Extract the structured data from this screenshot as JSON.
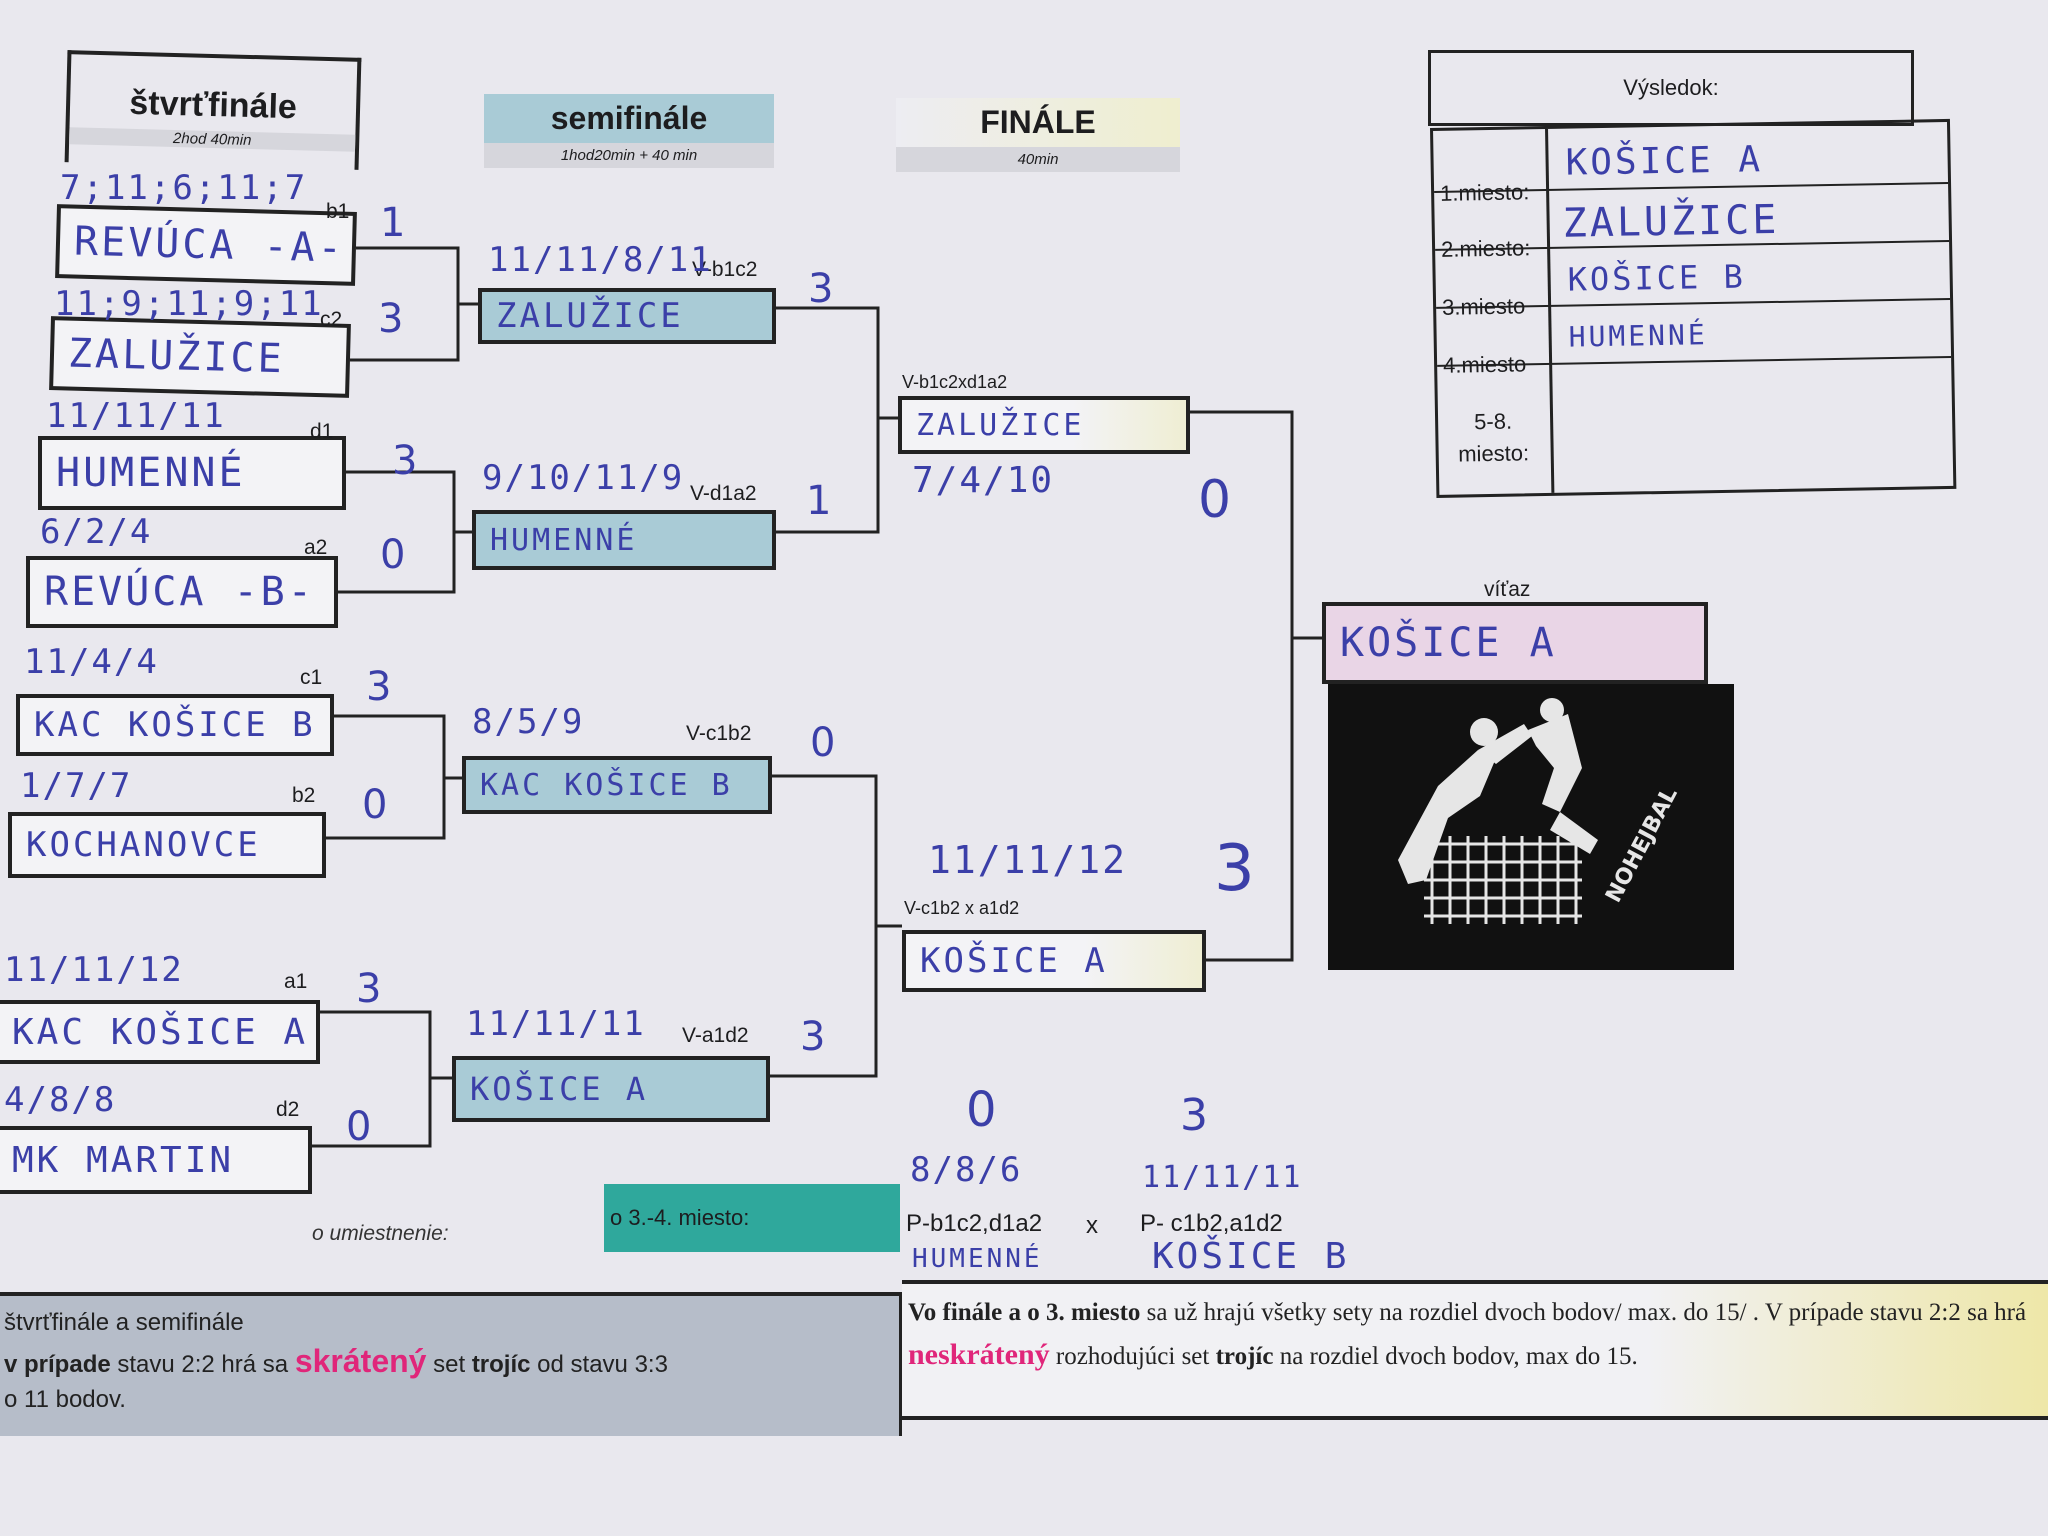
{
  "headers": {
    "quarter": {
      "title": "štvrťfinále",
      "duration": "2hod 40min"
    },
    "semi": {
      "title": "semifinále",
      "duration": "1hod20min + 40 min"
    },
    "final": {
      "title": "FINÁLE",
      "duration": "40min"
    }
  },
  "quarterfinals": [
    {
      "code": "b1",
      "team": "REVÚCA -A-",
      "sets": "7;11;6;11;7",
      "score": "1"
    },
    {
      "code": "c2",
      "team": "ZALUŽICE",
      "sets": "11;9;11;9;11",
      "score": "3"
    },
    {
      "code": "d1",
      "team": "HUMENNÉ",
      "sets": "11/11/11",
      "score": "3"
    },
    {
      "code": "a2",
      "team": "REVÚCA -B-",
      "sets": "6/2/4",
      "score": "0"
    },
    {
      "code": "c1",
      "team": "KAC KOŠICE B",
      "sets": "11/4/4",
      "score": "3"
    },
    {
      "code": "b2",
      "team": "KOCHANOVCE",
      "sets": "1/7/7",
      "score": "0"
    },
    {
      "code": "a1",
      "team": "KAC KOŠICE A",
      "sets": "11/11/12",
      "score": "3"
    },
    {
      "code": "d2",
      "team": "MK MARTIN",
      "sets": "4/8/8",
      "score": "0"
    }
  ],
  "semifinals": [
    {
      "code": "V-b1c2",
      "team": "ZALUŽICE",
      "sets": "11/11/8/11",
      "score": "3"
    },
    {
      "code": "V-d1a2",
      "team": "HUMENNÉ",
      "sets": "9/10/11/9",
      "score": "1"
    },
    {
      "code": "V-c1b2",
      "team": "KAC KOŠICE B",
      "sets": "8/5/9",
      "score": "0"
    },
    {
      "code": "V-a1d2",
      "team": "KOŠICE A",
      "sets": "11/11/11",
      "score": "3"
    }
  ],
  "finals": [
    {
      "code": "V-b1c2xd1a2",
      "team": "ZALUŽICE",
      "sets": "7/4/10",
      "score": "0"
    },
    {
      "code": "V-c1b2 x a1d2",
      "team": "KOŠICE A",
      "sets": "11/11/12",
      "score": "3"
    }
  ],
  "winner": {
    "label": "víťaz",
    "team": "KOŠICE A",
    "logo_text": "NOHEJBAL"
  },
  "results": {
    "title": "Výsledok:",
    "rows": [
      {
        "place": "1.miesto:",
        "team": "KOŠICE A"
      },
      {
        "place": "2.miesto:",
        "team": "ZALUŽICE"
      },
      {
        "place": "3.miesto",
        "team": "KOŠICE B"
      },
      {
        "place": "4.miesto",
        "team": "HUMENNÉ"
      },
      {
        "place": "5-8. miesto:",
        "team": ""
      }
    ]
  },
  "placement": {
    "label": "o umiestnenie:",
    "third_label": "o 3.-4. miesto:",
    "left_code": "P-b1c2,d1a2",
    "versus": "x",
    "right_code": "P- c1b2,a1d2",
    "left_team": "HUMENNÉ",
    "right_team": "KOŠICE B",
    "left_sets": "8/8/6",
    "right_sets": "11/11/11",
    "left_score": "0",
    "right_score": "3"
  },
  "rules": {
    "left_title": "štvrťfinále a semifinále",
    "left_line1_a": "v prípade",
    "left_line1_b": " stavu 2:2  hrá sa ",
    "left_emph": "skrátený",
    "left_line1_c": " set ",
    "left_bold": "trojíc",
    "left_line1_d": " od stavu 3:3",
    "left_line2": "o 11 bodov.",
    "right_p1": "Vo finále a o 3. miesto",
    "right_p2": " sa už hrajú všetky sety na rozdiel dvoch bodov/ max. do 15/ . V prípade stavu 2:2",
    "right_p3": " sa hrá ",
    "right_emph": "neskrátený",
    "right_p4": " rozhodujúci set ",
    "right_bold": "trojíc",
    "right_p5": " na rozdiel dvoch bodov, max do 15."
  },
  "colors": {
    "ink": "#3b3fa8",
    "semi_fill": "#a9cbd6",
    "third_fill": "#2fa89c",
    "winner_fill": "#e9d5e6",
    "emph": "#e0267a"
  }
}
